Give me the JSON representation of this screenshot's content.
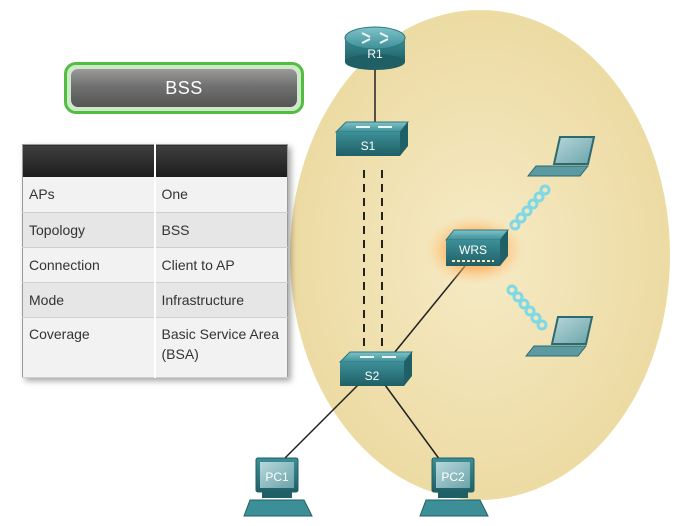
{
  "mode_button": {
    "label": "BSS"
  },
  "table": {
    "headers": [
      "",
      ""
    ],
    "rows": [
      {
        "key": "APs",
        "value": "One"
      },
      {
        "key": "Topology",
        "value": "BSS"
      },
      {
        "key": "Connection",
        "value": "Client to AP"
      },
      {
        "key": "Mode",
        "value": "Infrastructure"
      },
      {
        "key": "Coverage",
        "value": "Basic Service Area (BSA)"
      }
    ]
  },
  "devices": {
    "router": "R1",
    "switch1": "S1",
    "switch2": "S2",
    "wireless_router": "WRS",
    "pc1": "PC1",
    "pc2": "PC2"
  },
  "colors": {
    "coverage_area": "#f1e3b3",
    "device_teal": "#3d8f97",
    "wrs_glow": "#ff9a1e",
    "wireless_signal": "#7fd8e6",
    "button_border": "#4fbf3f"
  }
}
